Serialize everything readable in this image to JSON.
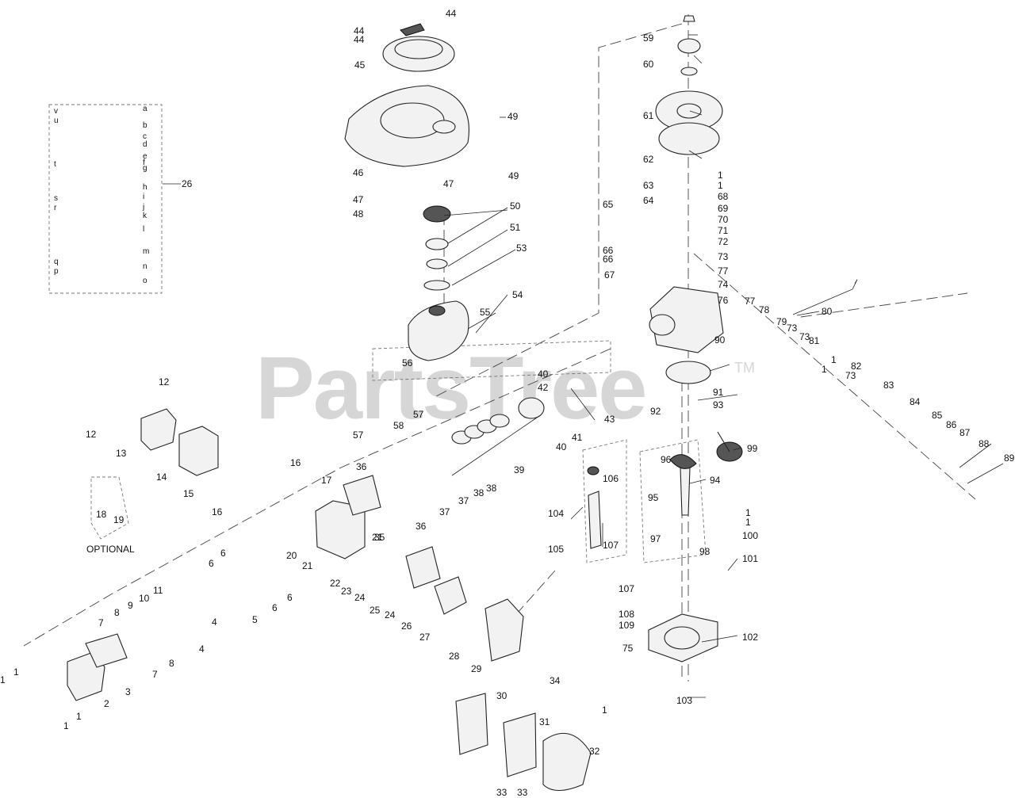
{
  "watermark": {
    "brand": "PartsTree",
    "trademark": "TM"
  },
  "optional_label": "OPTIONAL",
  "callouts": {
    "c1": "1",
    "c2": "2",
    "c3": "3",
    "c4": "4",
    "c5": "5",
    "c6": "6",
    "c7": "7",
    "c8": "8",
    "c9": "9",
    "c10": "10",
    "c11": "11",
    "c12": "12",
    "c13": "13",
    "c14": "14",
    "c15": "15",
    "c16": "16",
    "c17": "17",
    "c18": "18",
    "c19": "19",
    "c20": "20",
    "c21": "21",
    "c22": "22",
    "c23": "23",
    "c24": "24",
    "c25": "25",
    "c26": "26",
    "c27": "27",
    "c28": "28",
    "c29": "29",
    "c30": "30",
    "c31": "31",
    "c32": "32",
    "c33": "33",
    "c34": "34",
    "c35": "35",
    "c36": "36",
    "c37": "37",
    "c38": "38",
    "c39": "39",
    "c40": "40",
    "c41": "41",
    "c42": "42",
    "c43": "43",
    "c44": "44",
    "c45": "45",
    "c46": "46",
    "c47": "47",
    "c48": "48",
    "c49": "49",
    "c50": "50",
    "c51": "51",
    "c53": "53",
    "c54": "54",
    "c55": "55",
    "c56": "56",
    "c57": "57",
    "c58": "58",
    "c59": "59",
    "c60": "60",
    "c61": "61",
    "c62": "62",
    "c63": "63",
    "c64": "64",
    "c65": "65",
    "c66": "66",
    "c67": "67",
    "c68": "68",
    "c69": "69",
    "c70": "70",
    "c71": "71",
    "c72": "72",
    "c73": "73",
    "c74": "74",
    "c75": "75",
    "c76": "76",
    "c77": "77",
    "c78": "78",
    "c79": "79",
    "c80": "80",
    "c81": "81",
    "c82": "82",
    "c83": "83",
    "c84": "84",
    "c85": "85",
    "c86": "86",
    "c87": "87",
    "c88": "88",
    "c89": "89",
    "c90": "90",
    "c91": "91",
    "c92": "92",
    "c93": "93",
    "c94": "94",
    "c95": "95",
    "c96": "96",
    "c97": "97",
    "c98": "98",
    "c99": "99",
    "c100": "100",
    "c101": "101",
    "c102": "102",
    "c103": "103",
    "c104": "104",
    "c105": "105",
    "c106": "106",
    "c107": "107",
    "c108": "108",
    "c109": "109"
  },
  "carb_letters": {
    "a": "a",
    "b": "b",
    "c": "c",
    "d": "d",
    "e": "e",
    "f": "f",
    "g": "g",
    "h": "h",
    "i": "i",
    "j": "j",
    "k": "k",
    "l": "l",
    "m": "m",
    "n": "n",
    "o": "o",
    "p": "p",
    "q": "q",
    "r": "r",
    "s": "s",
    "t": "t",
    "u": "u",
    "v": "v"
  }
}
